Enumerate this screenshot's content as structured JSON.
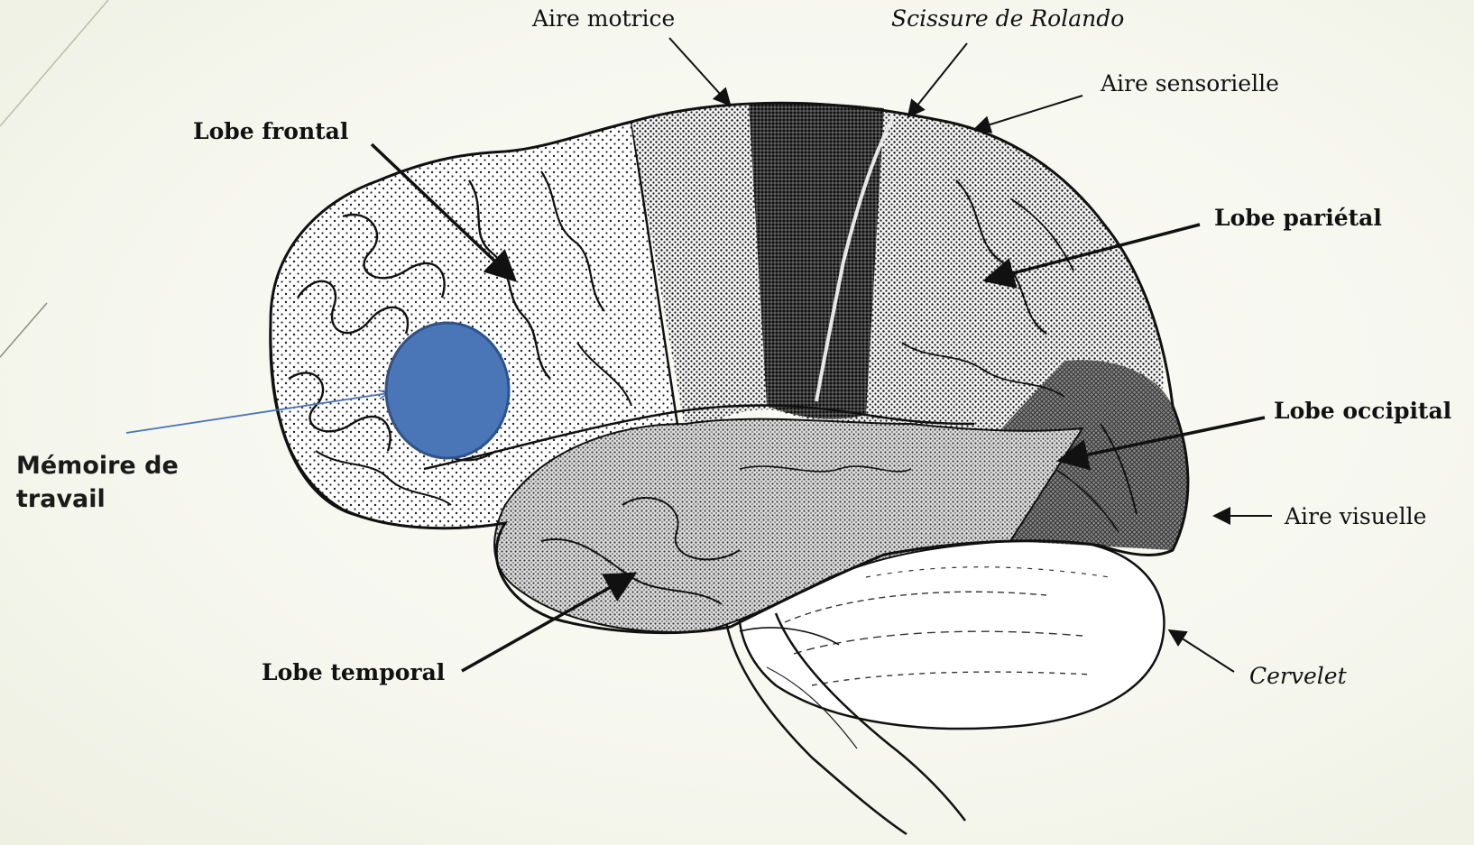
{
  "diagram": {
    "callout": {
      "text_line1": "Mémoire de",
      "text_line2": "travail",
      "marker_color": "#4a76b7",
      "marker_border": "#2f5289"
    },
    "labels": {
      "aire_motrice": "Aire motrice",
      "scissure_rolando": "Scissure de Rolando",
      "aire_sensorielle": "Aire sensorielle",
      "lobe_frontal": "Lobe frontal",
      "lobe_parietal": "Lobe pariétal",
      "lobe_occipital": "Lobe occipital",
      "aire_visuelle": "Aire visuelle",
      "lobe_temporal": "Lobe temporal",
      "cervelet": "Cervelet"
    },
    "colors": {
      "background": "#f5f6ef",
      "ink": "#111111",
      "arrow_callout": "#4a76b7"
    }
  }
}
